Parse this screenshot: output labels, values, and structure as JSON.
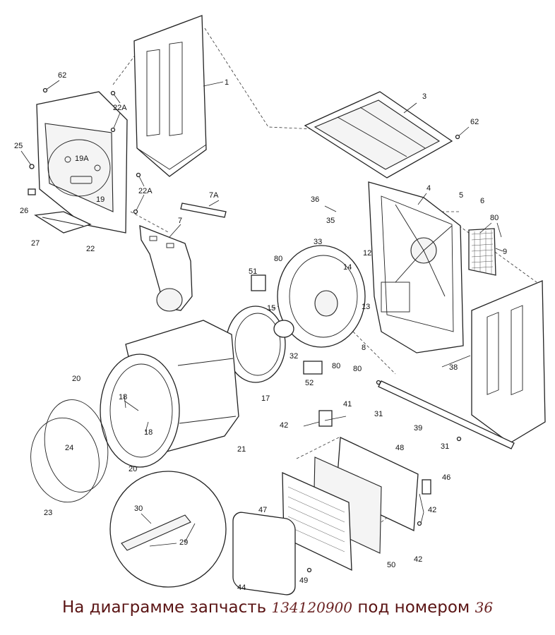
{
  "caption": {
    "prefix": "На диаграмме запчасть",
    "part_number": "134120900",
    "middle": "под номером",
    "item_number": "36"
  },
  "callouts": [
    "1",
    "3",
    "62",
    "62",
    "22A",
    "22A",
    "25",
    "19A",
    "19",
    "26",
    "27",
    "22",
    "7A",
    "7",
    "36",
    "35",
    "4",
    "5",
    "6",
    "80",
    "9",
    "33",
    "12",
    "80",
    "14",
    "51",
    "13",
    "15",
    "8",
    "80",
    "80",
    "32",
    "52",
    "17",
    "38",
    "20",
    "18",
    "18",
    "24",
    "20",
    "21",
    "31",
    "39",
    "41",
    "42",
    "31",
    "48",
    "46",
    "23",
    "30",
    "29",
    "47",
    "42",
    "44",
    "49",
    "50",
    "42"
  ]
}
